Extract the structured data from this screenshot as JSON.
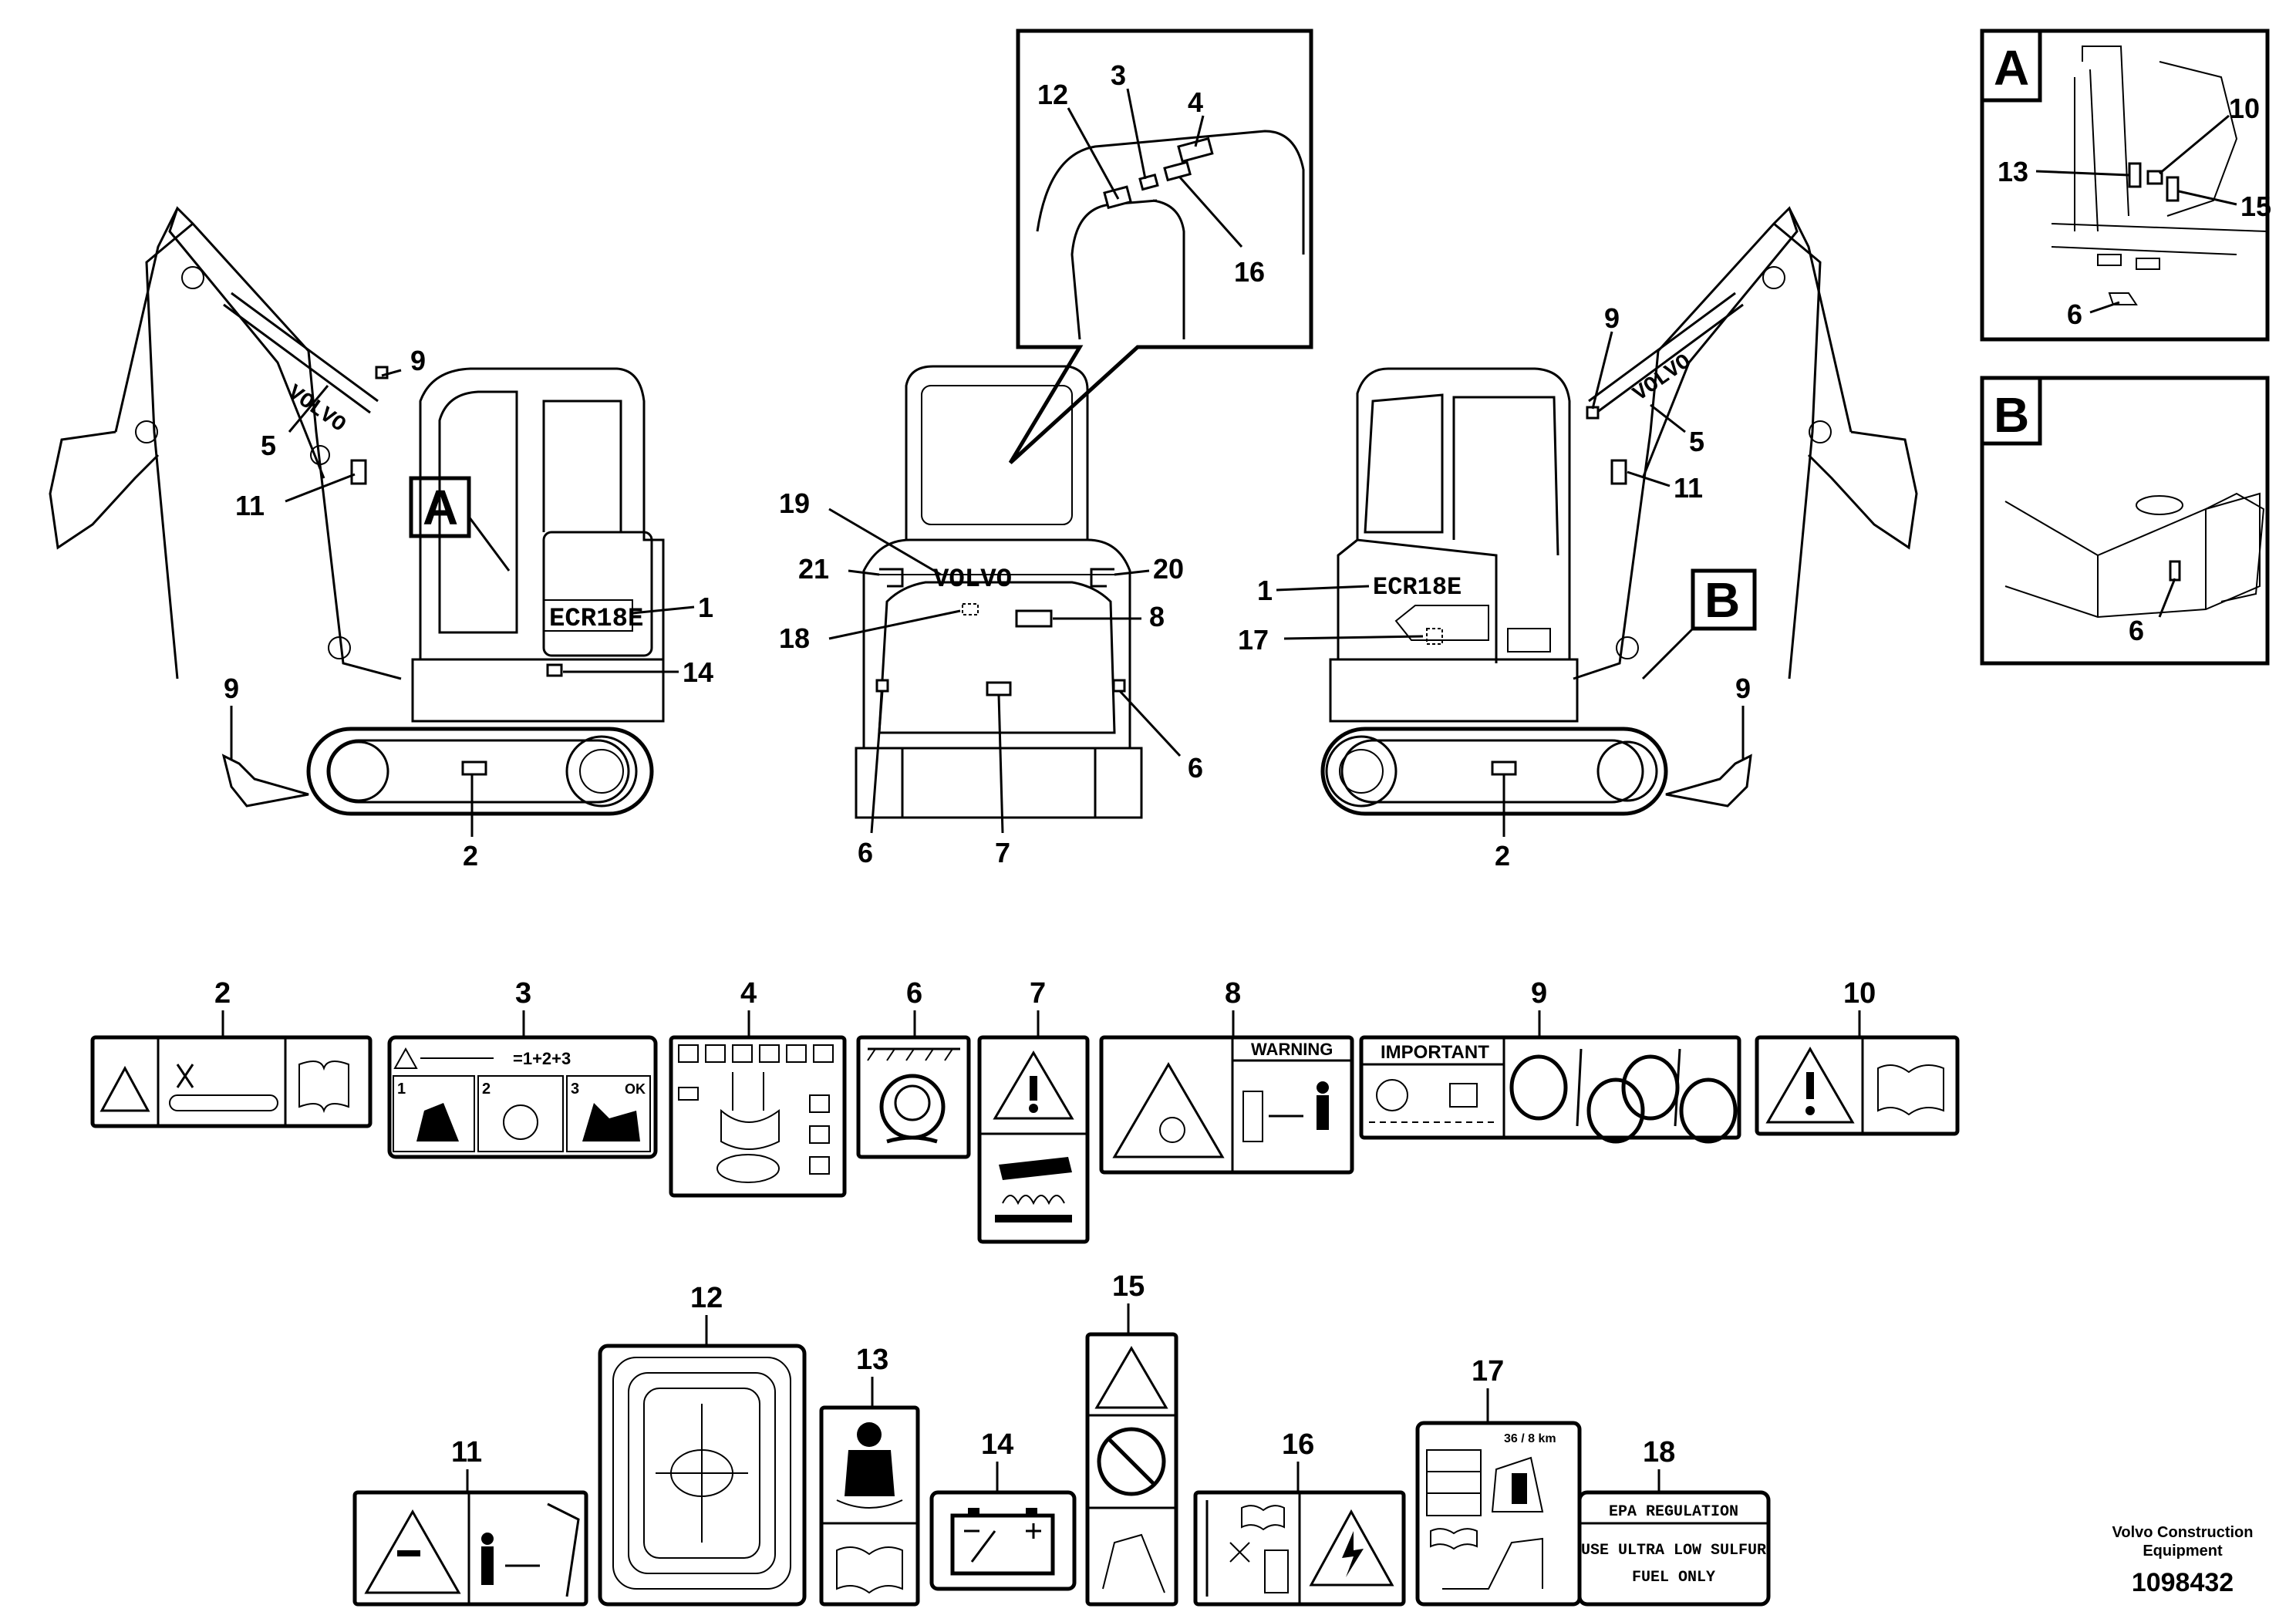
{
  "views": {
    "left_machine": {
      "callouts": [
        "9",
        "5",
        "11",
        "A",
        "1",
        "14",
        "9",
        "2"
      ],
      "model_badge": "ECR18E",
      "brand_text": "VOLVO"
    },
    "rear_machine": {
      "callouts": [
        "12",
        "3",
        "4",
        "16",
        "19",
        "21",
        "20",
        "18",
        "8",
        "6",
        "7",
        "6"
      ],
      "brand_text": "VOLVO"
    },
    "right_machine": {
      "callouts": [
        "9",
        "5",
        "11",
        "1",
        "17",
        "B",
        "9",
        "2"
      ],
      "model_badge": "ECR18E",
      "brand_text": "VOLVO"
    },
    "detail_a": {
      "letter": "A",
      "callouts": [
        "10",
        "13",
        "15",
        "6"
      ]
    },
    "detail_b": {
      "letter": "B",
      "callouts": [
        "6"
      ]
    }
  },
  "labels": [
    {
      "num": "2"
    },
    {
      "num": "3",
      "text": "=1+2+3",
      "sub": [
        "1",
        "2",
        "3",
        "OK"
      ]
    },
    {
      "num": "4"
    },
    {
      "num": "6"
    },
    {
      "num": "7"
    },
    {
      "num": "8",
      "text": "WARNING"
    },
    {
      "num": "9",
      "text": "IMPORTANT"
    },
    {
      "num": "10"
    },
    {
      "num": "11"
    },
    {
      "num": "12"
    },
    {
      "num": "13"
    },
    {
      "num": "14"
    },
    {
      "num": "15"
    },
    {
      "num": "16"
    },
    {
      "num": "17",
      "text": "36 / 8 km"
    },
    {
      "num": "18",
      "lines": [
        "EPA REGULATION",
        "USE ULTRA LOW SULFUR",
        "FUEL ONLY"
      ]
    }
  ],
  "footer": {
    "company": "Volvo Construction",
    "company2": "Equipment",
    "drawing_number": "1098432"
  }
}
